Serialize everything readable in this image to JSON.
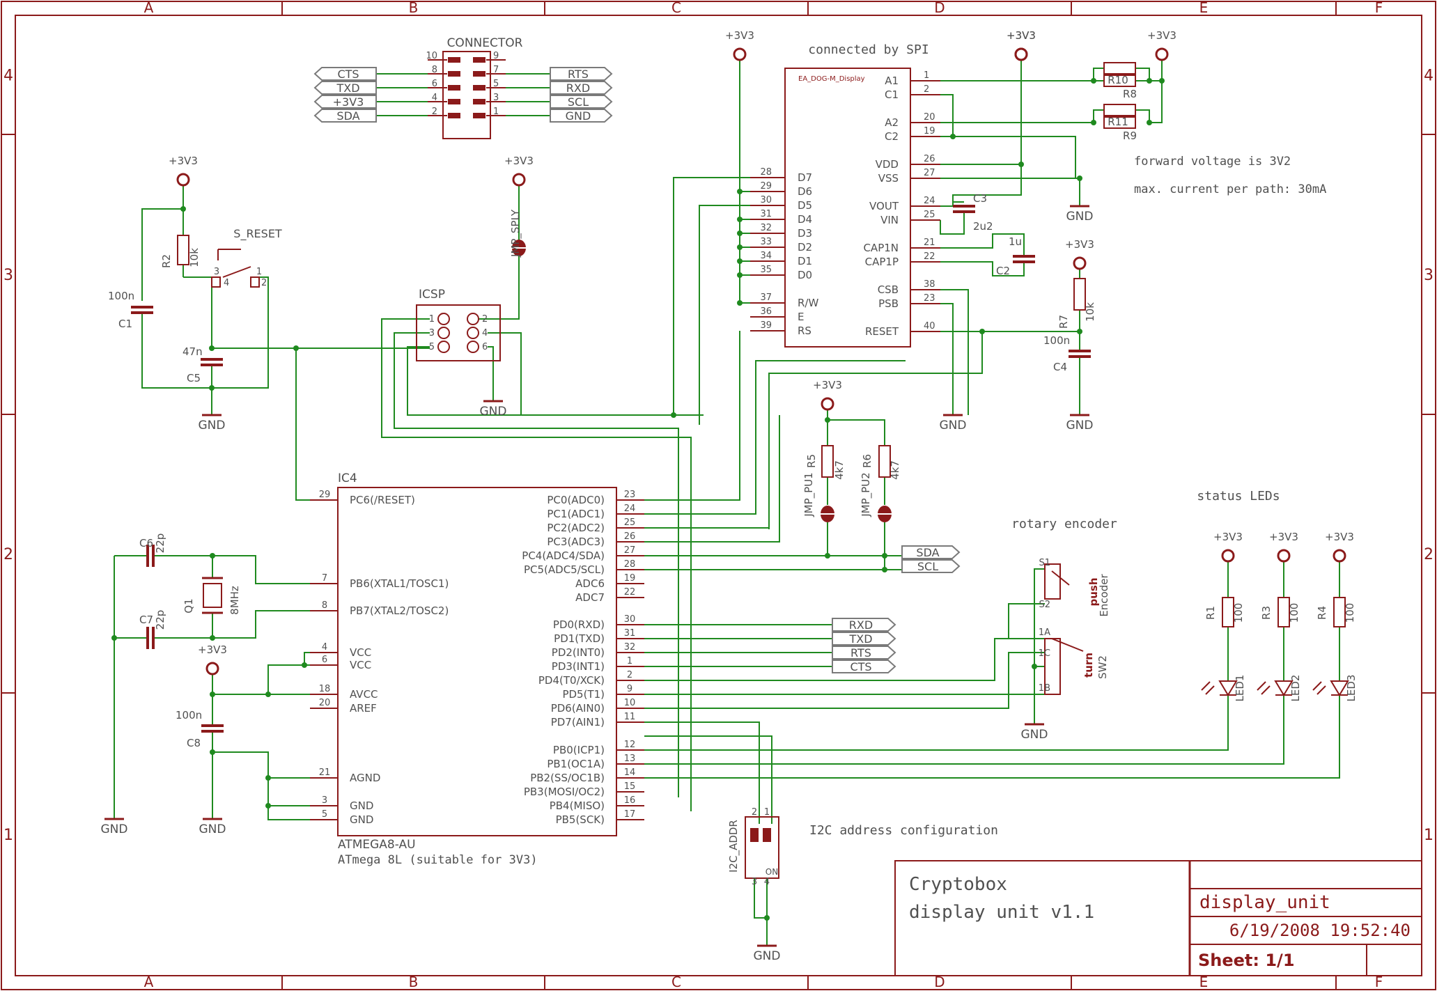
{
  "colors": {
    "frame": "#8b1a1a",
    "wire": "#1f8a1f",
    "label": "#505050",
    "title_text": "#505050"
  },
  "frame": {
    "columns": [
      "A",
      "B",
      "C",
      "D",
      "E",
      "F"
    ],
    "rows": [
      "4",
      "3",
      "2",
      "1"
    ]
  },
  "supply": {
    "vcc": "+3V3",
    "gnd": "GND"
  },
  "connector": {
    "title": "CONNECTOR",
    "left_signals": [
      "CTS",
      "TXD",
      "+3V3",
      "SDA"
    ],
    "right_signals": [
      "RTS",
      "RXD",
      "SCL",
      "GND"
    ],
    "left_pins": [
      "10",
      "8",
      "6",
      "4",
      "2"
    ],
    "right_pins": [
      "9",
      "7",
      "5",
      "3",
      "1"
    ]
  },
  "display": {
    "note": "connected by SPI",
    "part": "EA_DOG-M_Display",
    "left_pins": [
      {
        "num": "28",
        "name": "D7"
      },
      {
        "num": "29",
        "name": "D6"
      },
      {
        "num": "30",
        "name": "D5"
      },
      {
        "num": "31",
        "name": "D4"
      },
      {
        "num": "32",
        "name": "D3"
      },
      {
        "num": "33",
        "name": "D2"
      },
      {
        "num": "34",
        "name": "D1"
      },
      {
        "num": "35",
        "name": "D0"
      },
      {
        "num": "37",
        "name": "R/W"
      },
      {
        "num": "36",
        "name": "E"
      },
      {
        "num": "39",
        "name": "RS"
      }
    ],
    "right_pins": [
      {
        "num": "1",
        "name": "A1"
      },
      {
        "num": "2",
        "name": "C1"
      },
      {
        "num": "20",
        "name": "A2"
      },
      {
        "num": "19",
        "name": "C2"
      },
      {
        "num": "26",
        "name": "VDD"
      },
      {
        "num": "27",
        "name": "VSS"
      },
      {
        "num": "24",
        "name": "VOUT"
      },
      {
        "num": "25",
        "name": "VIN"
      },
      {
        "num": "21",
        "name": "CAP1N"
      },
      {
        "num": "22",
        "name": "CAP1P"
      },
      {
        "num": "38",
        "name": "CSB"
      },
      {
        "num": "23",
        "name": "PSB"
      },
      {
        "num": "40",
        "name": "RESET"
      }
    ]
  },
  "backlight": {
    "r10": "R10",
    "r8": "R8",
    "r11": "R11",
    "r9": "R9",
    "note1": "forward voltage is 3V2",
    "note2": "max. current per path: 30mA"
  },
  "caps": {
    "c3": "C3",
    "c3_val": "2u2",
    "c2": "C2",
    "c2_val": "1u",
    "c4": "C4",
    "c4_val": "100n",
    "c1": "C1",
    "c1_val": "100n",
    "c5": "C5",
    "c5_val": "47n",
    "c6": "C6",
    "c6_val": "22p",
    "c7": "C7",
    "c7_val": "22p",
    "c8": "C8",
    "c8_val": "100n"
  },
  "resistors": {
    "r2": "R2",
    "r2_val": "10k",
    "r7": "R7",
    "r7_val": "10k",
    "r5": "R5",
    "r5_val": "4k7",
    "r6": "R6",
    "r6_val": "4k7",
    "r1": "R1",
    "r1_val": "100",
    "r3": "R3",
    "r3_val": "100",
    "r4": "R4",
    "r4_val": "100"
  },
  "reset": {
    "switch": "S_RESET",
    "pins": [
      "3",
      "4",
      "1",
      "2"
    ]
  },
  "jumpers": {
    "sply": "JMP_SPLY",
    "pu1": "JMP_PU1",
    "pu2": "JMP_PU2"
  },
  "icsp": {
    "title": "ICSP",
    "pins": [
      "1",
      "2",
      "3",
      "4",
      "5",
      "6"
    ]
  },
  "crystal": {
    "ref": "Q1",
    "val": "8MHz"
  },
  "mcu": {
    "ref": "IC4",
    "part": "ATMEGA8-AU",
    "note": "ATmega 8L (suitable for 3V3)",
    "left_pins": [
      {
        "num": "29",
        "name": "PC6(/RESET)"
      },
      {
        "num": "7",
        "name": "PB6(XTAL1/TOSC1)"
      },
      {
        "num": "8",
        "name": "PB7(XTAL2/TOSC2)"
      },
      {
        "num": "4",
        "name": "VCC"
      },
      {
        "num": "6",
        "name": "VCC"
      },
      {
        "num": "18",
        "name": "AVCC"
      },
      {
        "num": "20",
        "name": "AREF"
      },
      {
        "num": "21",
        "name": "AGND"
      },
      {
        "num": "3",
        "name": "GND"
      },
      {
        "num": "5",
        "name": "GND"
      }
    ],
    "right_pins": [
      {
        "num": "23",
        "name": "PC0(ADC0)"
      },
      {
        "num": "24",
        "name": "PC1(ADC1)"
      },
      {
        "num": "25",
        "name": "PC2(ADC2)"
      },
      {
        "num": "26",
        "name": "PC3(ADC3)"
      },
      {
        "num": "27",
        "name": "PC4(ADC4/SDA)"
      },
      {
        "num": "28",
        "name": "PC5(ADC5/SCL)"
      },
      {
        "num": "19",
        "name": "ADC6"
      },
      {
        "num": "22",
        "name": "ADC7"
      },
      {
        "num": "30",
        "name": "PD0(RXD)"
      },
      {
        "num": "31",
        "name": "PD1(TXD)"
      },
      {
        "num": "32",
        "name": "PD2(INT0)"
      },
      {
        "num": "1",
        "name": "PD3(INT1)"
      },
      {
        "num": "2",
        "name": "PD4(T0/XCK)"
      },
      {
        "num": "9",
        "name": "PD5(T1)"
      },
      {
        "num": "10",
        "name": "PD6(AIN0)"
      },
      {
        "num": "11",
        "name": "PD7(AIN1)"
      },
      {
        "num": "12",
        "name": "PB0(ICP1)"
      },
      {
        "num": "13",
        "name": "PB1(OC1A)"
      },
      {
        "num": "14",
        "name": "PB2(SS/OC1B)"
      },
      {
        "num": "15",
        "name": "PB3(MOSI/OC2)"
      },
      {
        "num": "16",
        "name": "PB4(MISO)"
      },
      {
        "num": "17",
        "name": "PB5(SCK)"
      }
    ]
  },
  "bus_labels": {
    "sda": "SDA",
    "scl": "SCL",
    "rxd": "RXD",
    "txd": "TXD",
    "rts": "RTS",
    "cts": "CTS"
  },
  "encoder": {
    "title": "rotary encoder",
    "ref": "SW2",
    "push_lines": [
      "push",
      "Encoder"
    ],
    "turn": "turn",
    "pins": [
      "S1",
      "S2",
      "1A",
      "1C",
      "1B"
    ]
  },
  "leds": {
    "title": "status LEDs",
    "items": [
      "LED1",
      "LED2",
      "LED3"
    ]
  },
  "i2c": {
    "ref": "I2C_ADDR",
    "note": "I2C address configuration",
    "on": "ON",
    "pins": [
      "2",
      "1",
      "3",
      "4"
    ]
  },
  "title_block": {
    "project": "Cryptobox",
    "subtitle": "display unit  v1.1",
    "sheet_name": "display_unit",
    "date": "6/19/2008 19:52:40",
    "sheet": "Sheet: 1/1"
  }
}
